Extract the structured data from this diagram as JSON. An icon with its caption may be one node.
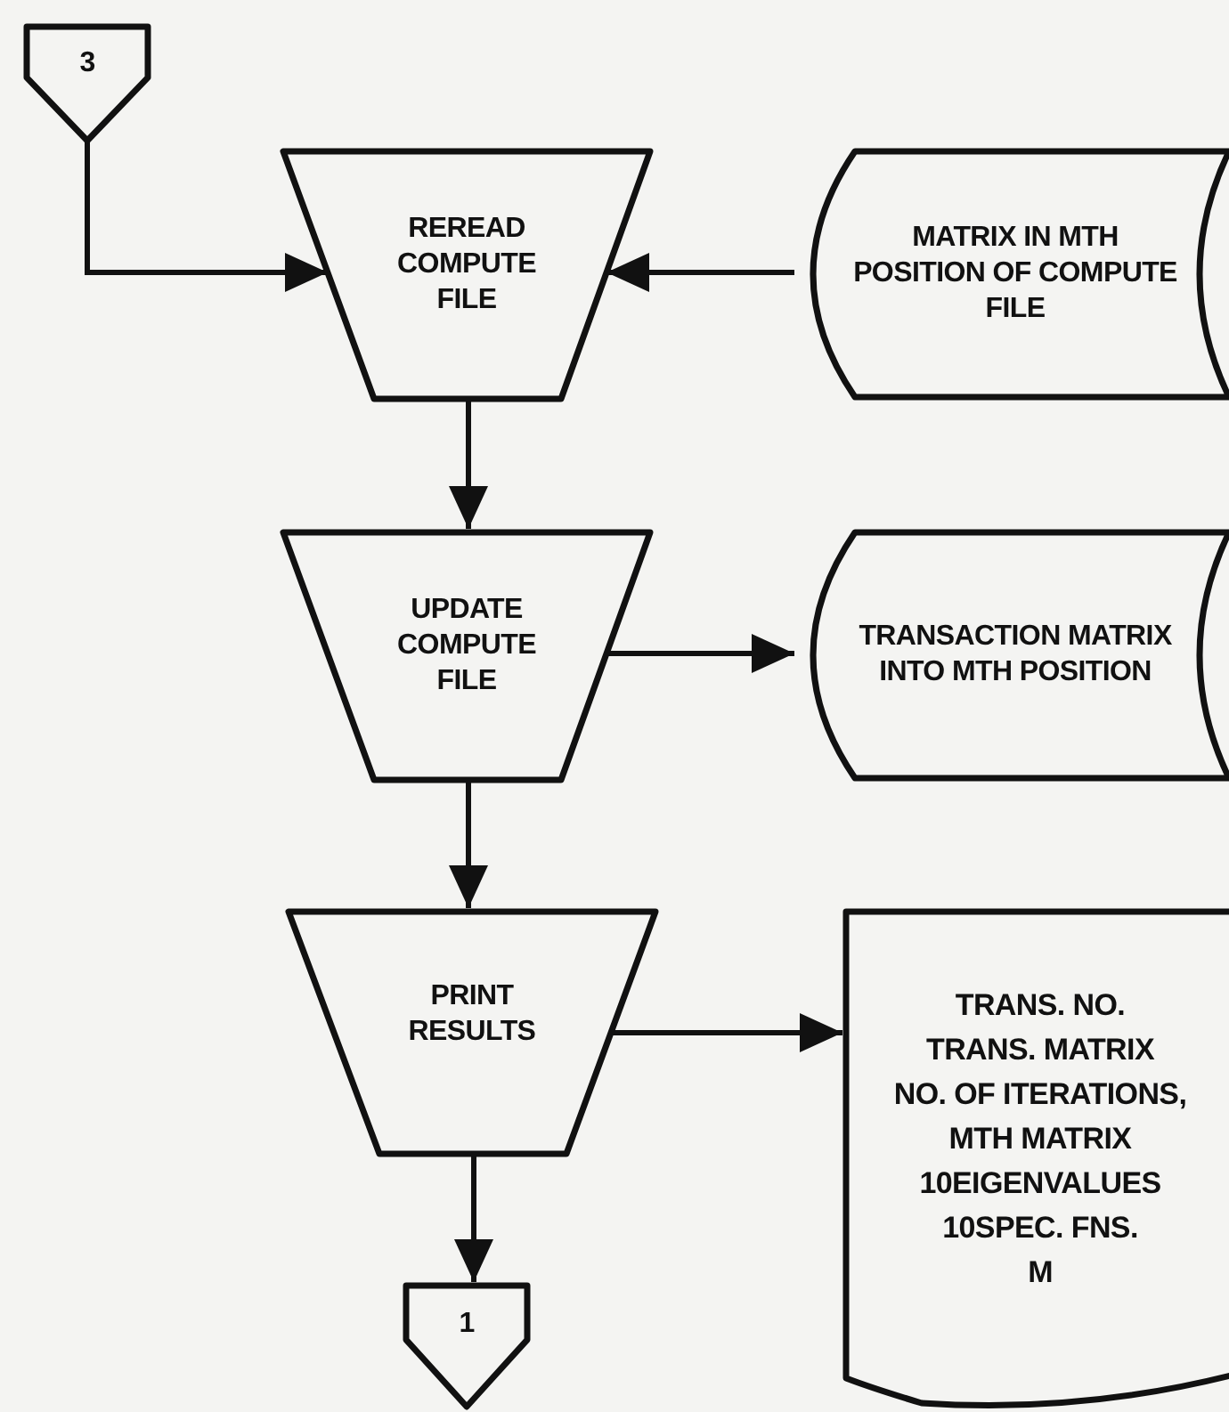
{
  "diagram": {
    "nodes": [
      {
        "text": [
          "3"
        ]
      },
      {
        "text": [
          "REREAD COMPUTE FILE"
        ]
      },
      {
        "text": [
          "MATRIX IN MTH POSITION OF COMPUTE FILE"
        ]
      },
      {
        "text": [
          "UPDATE COMPUTE FILE"
        ]
      },
      {
        "text": [
          "TRANSACTION MATRIX INTO MTH POSITION"
        ]
      },
      {
        "text": [
          "PRINT RESULTS"
        ]
      },
      {
        "text": [
          "TRANS. NO.",
          "TRANS. MATRIX",
          "NO. OF ITERATIONS,",
          "MTH MATRIX",
          "10EIGENVALUES",
          "10SPEC. FNS.",
          "M"
        ]
      },
      {
        "text": [
          "1"
        ]
      }
    ],
    "edges": [
      {
        "from": 0,
        "to": 1,
        "arrow": "to"
      },
      {
        "from": 2,
        "to": 1,
        "arrow": "to"
      },
      {
        "from": 1,
        "to": 3,
        "arrow": "to"
      },
      {
        "from": 3,
        "to": 4,
        "arrow": "to"
      },
      {
        "from": 3,
        "to": 5,
        "arrow": "to"
      },
      {
        "from": 5,
        "to": 6,
        "arrow": "to"
      },
      {
        "from": 5,
        "to": 7,
        "arrow": "to"
      }
    ]
  }
}
